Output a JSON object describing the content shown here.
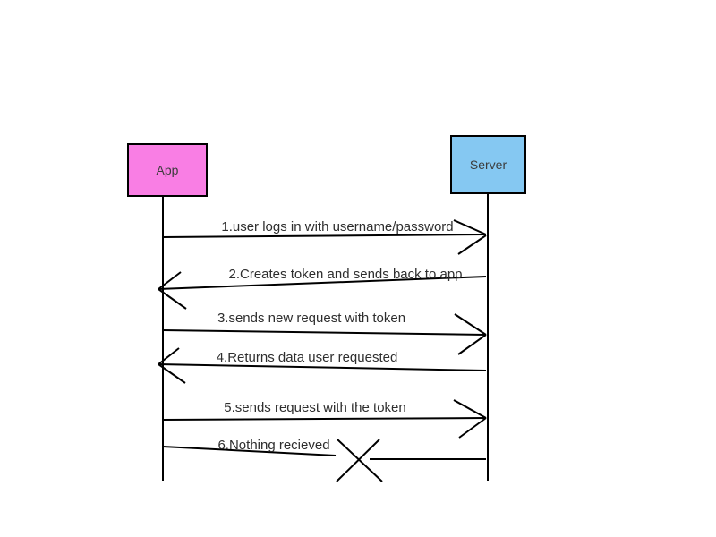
{
  "diagram": {
    "type": "sequence-diagram",
    "background_color": "#ffffff",
    "line_color": "#000000",
    "actors": [
      {
        "id": "app",
        "label": "App",
        "fill": "#f97ee4",
        "border": "#000000"
      },
      {
        "id": "server",
        "label": "Server",
        "fill": "#85c8f2",
        "border": "#000000"
      }
    ],
    "messages": [
      {
        "label": "1.user logs in with username/password",
        "from": "App",
        "to": "Server",
        "direction": "right",
        "status": "delivered"
      },
      {
        "label": "2.Creates token and sends back to app",
        "from": "Server",
        "to": "App",
        "direction": "left",
        "status": "delivered"
      },
      {
        "label": "3.sends new request with token",
        "from": "App",
        "to": "Server",
        "direction": "right",
        "status": "delivered"
      },
      {
        "label": "4.Returns data user requested",
        "from": "Server",
        "to": "App",
        "direction": "left",
        "status": "delivered"
      },
      {
        "label": "5.sends request with the token",
        "from": "App",
        "to": "Server",
        "direction": "right",
        "status": "delivered"
      },
      {
        "label": "6.Nothing recieved",
        "from": "App",
        "to": "Server",
        "direction": "right",
        "status": "failed-x"
      }
    ]
  }
}
